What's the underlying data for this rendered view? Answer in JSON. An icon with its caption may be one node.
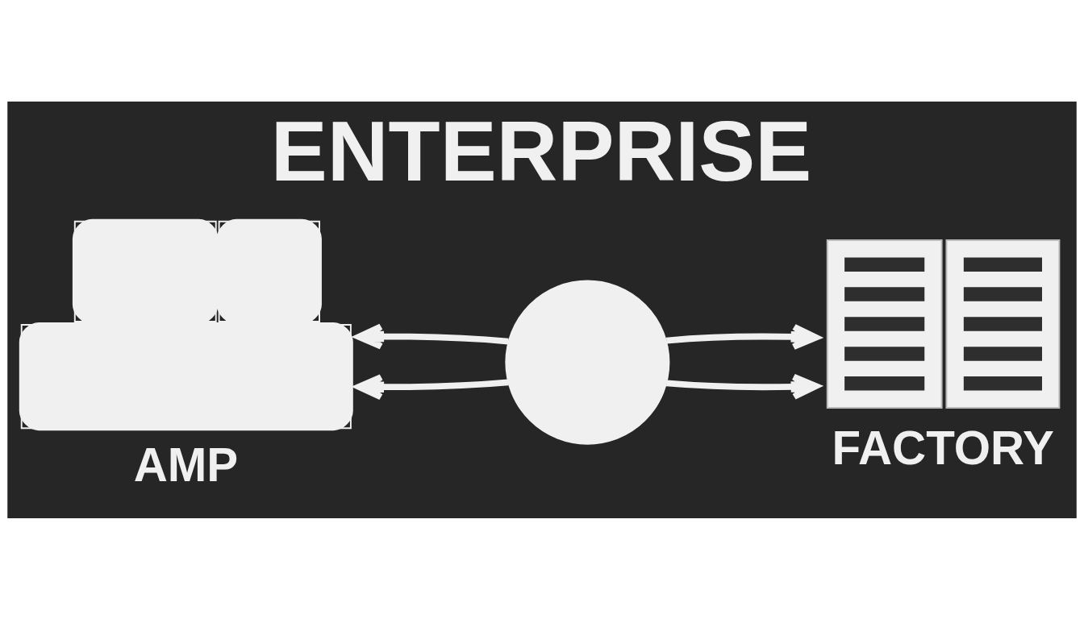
{
  "diagram": {
    "title": "ENTERPRISE",
    "nodes": [
      {
        "text": [
          "AMP"
        ]
      },
      {
        "text": [],
        "shape": "circle"
      },
      {
        "text": [
          "FACTORY"
        ]
      }
    ],
    "edges": [
      {
        "from": 1,
        "to": 0,
        "arrow": "to"
      },
      {
        "from": 1,
        "to": 0,
        "arrow": "to"
      },
      {
        "from": 1,
        "to": 2,
        "arrow": "to"
      },
      {
        "from": 1,
        "to": 2,
        "arrow": "to"
      }
    ]
  }
}
